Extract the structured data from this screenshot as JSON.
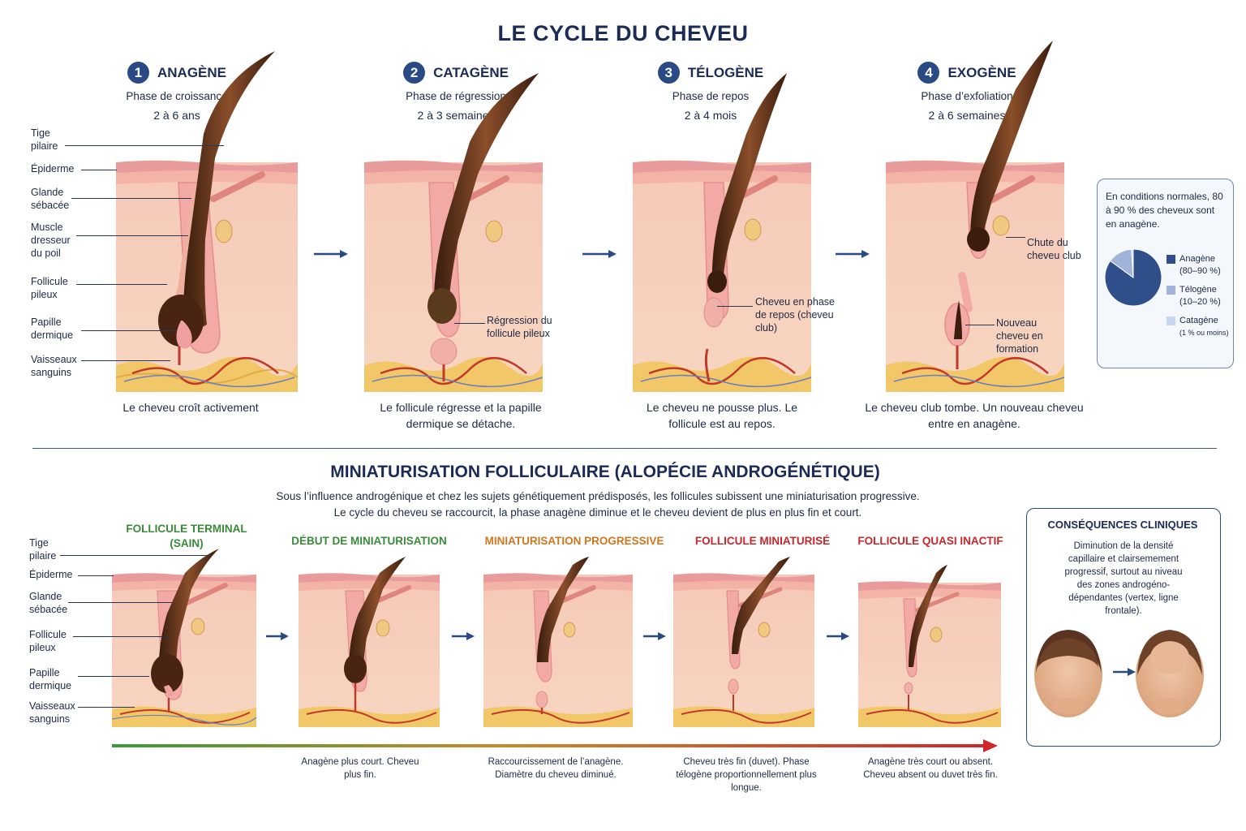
{
  "title": "LE CYCLE DU CHEVEU",
  "stages": [
    {
      "num": "1",
      "name": "ANAGÈNE",
      "phase": "Phase de croissance",
      "duration": "2 à 6 ans",
      "caption": "Le cheveu croît activement"
    },
    {
      "num": "2",
      "name": "CATAGÈNE",
      "phase": "Phase de régression",
      "duration": "2 à 3 semaines",
      "caption": "Le follicule régresse et la papille dermique se détache."
    },
    {
      "num": "3",
      "name": "TÉLOGÈNE",
      "phase": "Phase de repos",
      "duration": "2 à 4 mois",
      "caption": "Le cheveu ne pousse plus. Le follicule est au repos."
    },
    {
      "num": "4",
      "name": "EXOGÈNE",
      "phase": "Phase d’exfoliation",
      "duration": "2 à 6 semaines",
      "caption": "Le cheveu club tombe. Un nouveau cheveu entre en anagène."
    }
  ],
  "anatomy_labels": {
    "tige": "Tige pilaire",
    "epiderme": "Épiderme",
    "glande": "Glande sébacée",
    "muscle": "Muscle dresseur du poil",
    "follicule": "Follicule pileux",
    "papille": "Papille dermique",
    "vaisseaux": "Vaisseaux sanguins"
  },
  "annotations": {
    "regression": "Régression du follicule pileux",
    "repos": "Cheveu en phase de repos (cheveu club)",
    "chute": "Chute du cheveu club",
    "nouveau": "Nouveau cheveu en formation"
  },
  "stats_box": {
    "text": "En conditions normales, 80 à 90 % des cheveux sont en anagène.",
    "legend": [
      {
        "name": "Anagène",
        "range": "(80–90 %)",
        "color": "#2f4f8a"
      },
      {
        "name": "Télogène",
        "range": "(10–20 %)",
        "color": "#9fb4d8"
      },
      {
        "name": "Catagène",
        "range": "(1 % ou moins)",
        "color": "#c7d5ee"
      }
    ]
  },
  "chart_data": {
    "type": "pie",
    "categories": [
      "Anagène",
      "Télogène",
      "Catagène"
    ],
    "values": [
      85,
      14,
      1
    ]
  },
  "section2": {
    "title": "MINIATURISATION FOLLICULAIRE (ALOPÉCIE ANDROGÉNÉTIQUE)",
    "desc1": "Sous l’influence androgénique et chez les sujets génétiquement prédisposés, les follicules subissent une miniaturisation progressive.",
    "desc2": "Le cycle du cheveu se raccourcit, la phase anagène diminue et le cheveu devient de plus en plus fin et court."
  },
  "mini_stages": [
    {
      "title": "FOLLICULE TERMINAL (SAIN)",
      "color": "#3a8a3a",
      "caption": ""
    },
    {
      "title": "DÉBUT DE MINIATURISATION",
      "color": "#3a8a3a",
      "caption": "Anagène plus court. Cheveu plus fin."
    },
    {
      "title": "MINIATURISATION PROGRESSIVE",
      "color": "#d0761e",
      "caption": "Raccourcissement de l’anagène. Diamètre du cheveu diminué."
    },
    {
      "title": "FOLLICULE MINIATURISÉ",
      "color": "#c8282a",
      "caption": "Cheveu très fin (duvet). Phase télogène proportionnellement plus longue."
    },
    {
      "title": "FOLLICULE QUASI INACTIF",
      "color": "#c8282a",
      "caption": "Anagène très court ou absent. Cheveu absent ou duvet très fin."
    }
  ],
  "mini_labels": {
    "tige": "Tige pilaire",
    "epiderme": "Épiderme",
    "glande": "Glande sébacée",
    "follicule": "Follicule pileux",
    "papille": "Papille dermique",
    "vaisseaux": "Vaisseaux sanguins"
  },
  "clinical": {
    "title": "CONSÉQUENCES CLINIQUES",
    "text": "Diminution de la densité capillaire et clairsemement progressif, surtout au niveau des zones androgéno-dépendantes (vertex, ligne frontale)."
  }
}
